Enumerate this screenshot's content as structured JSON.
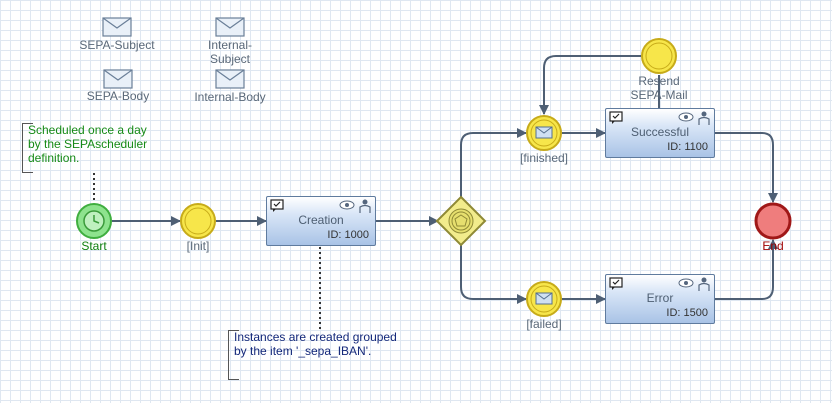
{
  "data_objects": [
    {
      "label": "SEPA-Subject"
    },
    {
      "label": "Internal-\nSubject"
    },
    {
      "label": "SEPA-Body"
    },
    {
      "label": "Internal-Body"
    }
  ],
  "start": {
    "label": "Start"
  },
  "end": {
    "label": "End"
  },
  "events": {
    "init": "[Init]",
    "finished": "[finished]",
    "failed": "[failed]",
    "resend": "Resend\nSEPA-Mail"
  },
  "tasks": {
    "creation": {
      "name": "Creation",
      "id": "ID: 1000"
    },
    "successful": {
      "name": "Successful",
      "id": "ID: 1100"
    },
    "error": {
      "name": "Error",
      "id": "ID: 1500"
    }
  },
  "annotations": {
    "schedule": "Scheduled once a day\nby the SEPAscheduler\ndefinition.",
    "instances": "Instances are created grouped\nby the item '_sepa_IBAN'."
  },
  "colors": {
    "flow": "#4e5f74",
    "start_fill": "#8ee38e",
    "end_fill": "#ef7d7d",
    "intermediate_fill": "#f7e64a",
    "gateway_fill": "#f2ec8c"
  }
}
